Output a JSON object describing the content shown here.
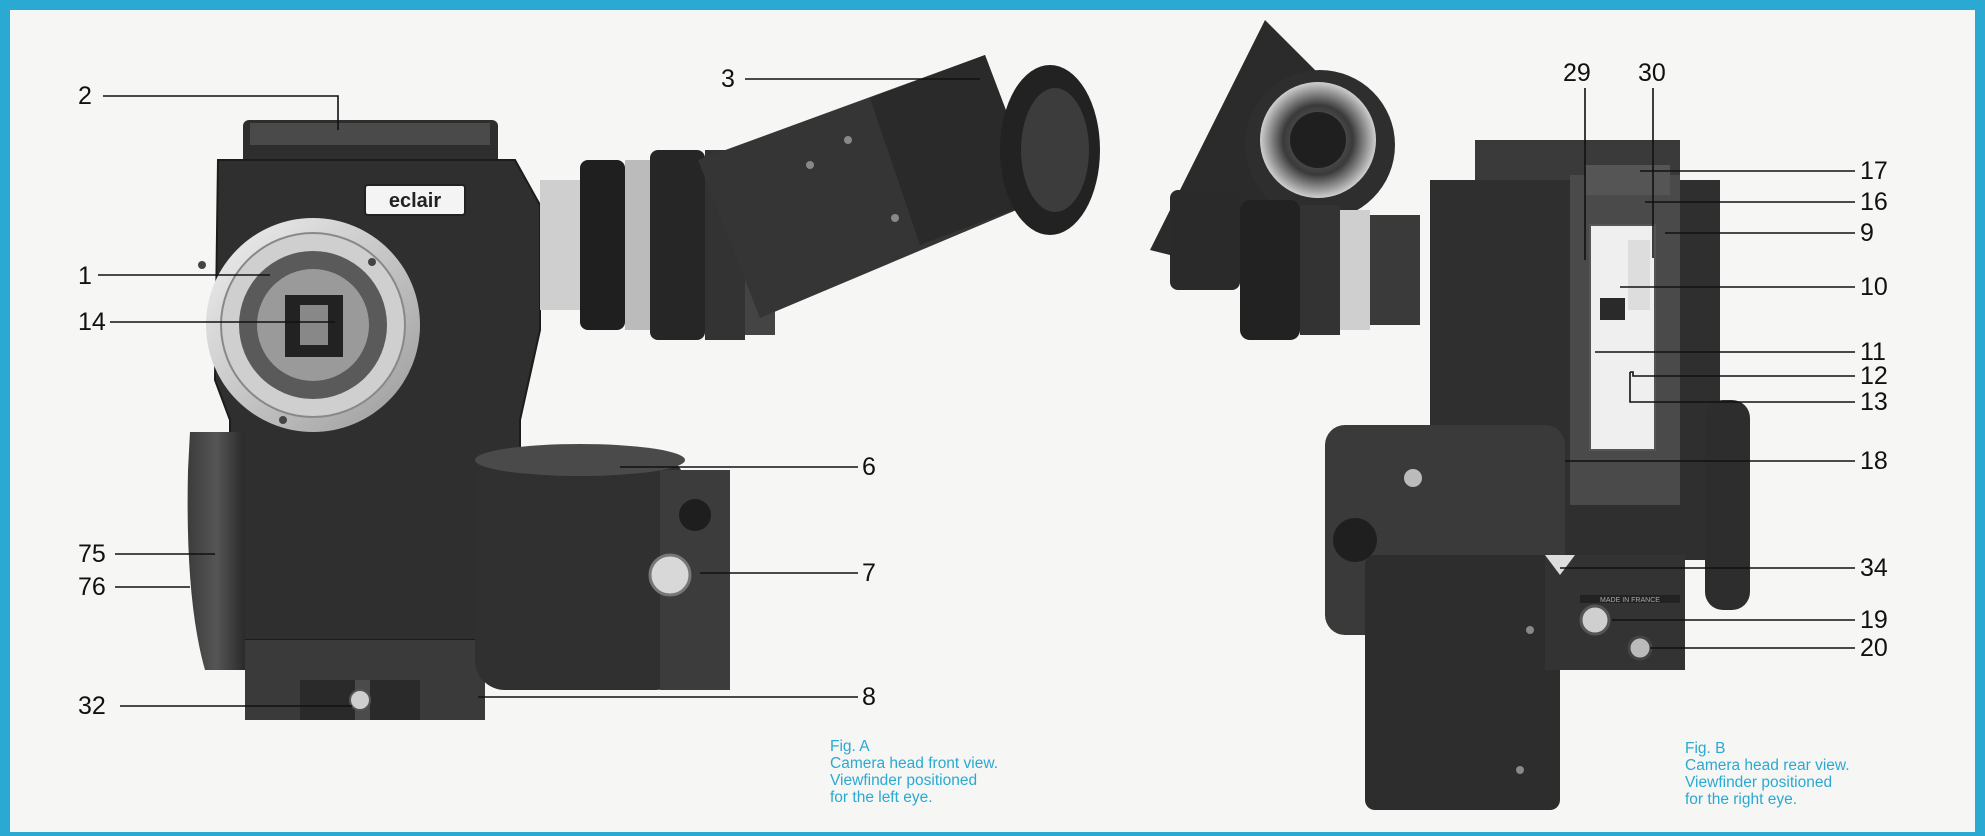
{
  "figure_a": {
    "labels": {
      "l2": "2",
      "l3": "3",
      "l1": "1",
      "l14": "14",
      "l6": "6",
      "l7": "7",
      "l75": "75",
      "l76": "76",
      "l32": "32",
      "l8": "8"
    },
    "brand": "eclair",
    "caption": [
      "Fig. A",
      "Camera head front view.",
      "Viewfinder positioned",
      "for the left eye."
    ]
  },
  "figure_b": {
    "labels": {
      "l29": "29",
      "l30": "30",
      "l17": "17",
      "l16": "16",
      "l9": "9",
      "l10": "10",
      "l11": "11",
      "l12": "12",
      "l13": "13",
      "l18": "18",
      "l34": "34",
      "l19": "19",
      "l20": "20"
    },
    "plate_text": "MADE IN FRANCE",
    "caption": [
      "Fig. B",
      "Camera head rear view.",
      "Viewfinder positioned",
      "for the right eye."
    ]
  },
  "colors": {
    "frame": "#2aa9d2",
    "caption": "#2aa9d2",
    "body": "#2b2b2b",
    "background": "#f6f6f4"
  }
}
